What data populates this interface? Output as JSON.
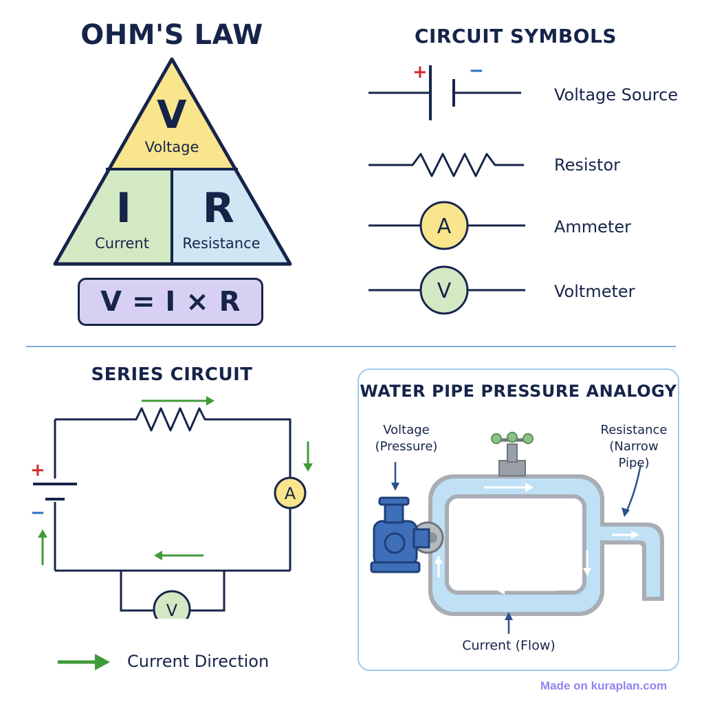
{
  "ohms_law": {
    "title": "OHM'S LAW",
    "v_letter": "V",
    "v_word": "Voltage",
    "i_letter": "I",
    "i_word": "Current",
    "r_letter": "R",
    "r_word": "Resistance",
    "formula": "V = I × R"
  },
  "symbols": {
    "title": "CIRCUIT SYMBOLS",
    "plus": "+",
    "minus": "−",
    "voltage_source": "Voltage Source",
    "resistor": "Resistor",
    "ammeter": "Ammeter",
    "voltmeter": "Voltmeter",
    "ammeter_letter": "A",
    "voltmeter_letter": "V"
  },
  "series": {
    "title": "SERIES CIRCUIT",
    "plus": "+",
    "minus": "−",
    "ammeter_letter": "A",
    "voltmeter_letter": "V",
    "legend": "Current Direction"
  },
  "water": {
    "title": "WATER PIPE PRESSURE ANALOGY",
    "voltage_line1": "Voltage",
    "voltage_line2": "(Pressure)",
    "resistance_line1": "Resistance",
    "resistance_line2": "(Narrow Pipe)",
    "current": "Current (Flow)"
  },
  "colors": {
    "navy": "#16244a",
    "yellow": "#f9e58c",
    "green": "#d3e9c3",
    "blue": "#cfe6f4",
    "purple": "#d8d0f2",
    "arrow_green": "#3f9a3a",
    "plus_red": "#d0282a",
    "minus_blue": "#2a6fc0",
    "water": "#bfe0f5",
    "pipe": "#a9aeb5"
  },
  "watermark": "Made on kuraplan.com"
}
